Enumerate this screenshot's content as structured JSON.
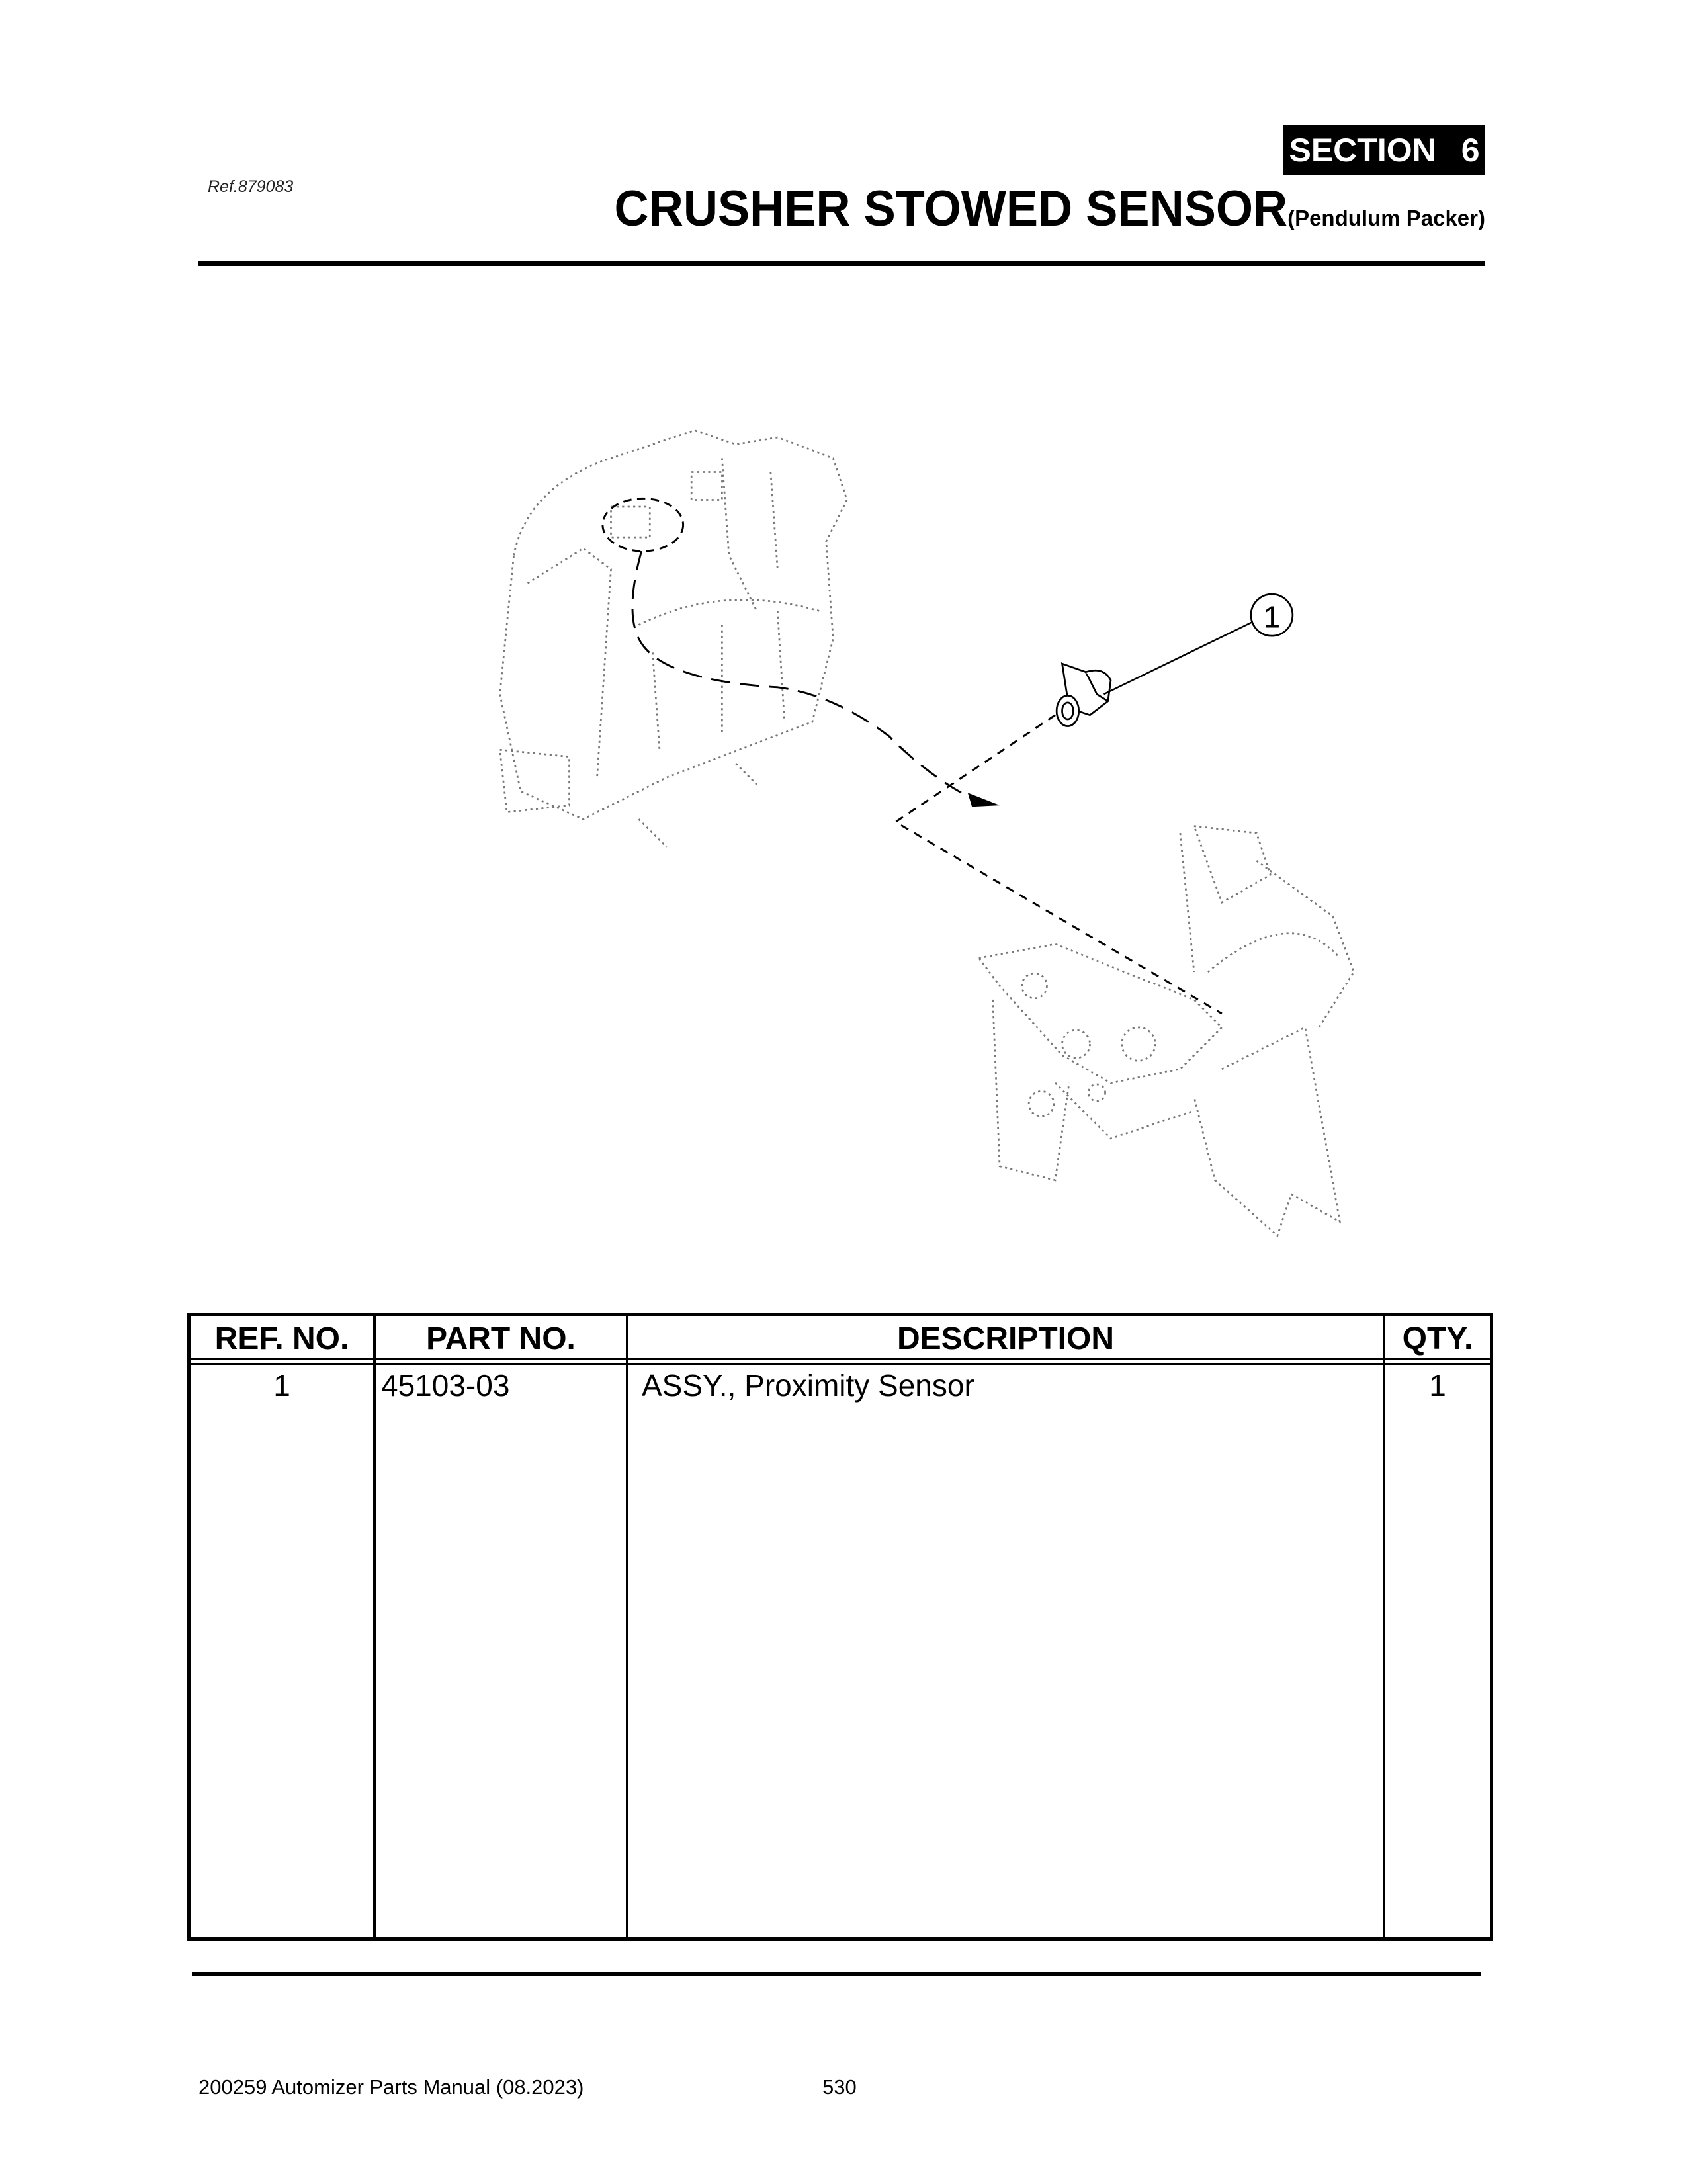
{
  "header": {
    "section_label": "SECTION",
    "section_number": "6",
    "reference": "Ref.879083",
    "title": "CRUSHER STOWED SENSOR",
    "subtitle": "(Pendulum Packer)"
  },
  "diagram": {
    "callouts": [
      "1"
    ]
  },
  "parts_table": {
    "columns": [
      "REF. NO.",
      "PART NO.",
      "DESCRIPTION",
      "QTY."
    ],
    "rows": [
      {
        "ref_no": "1",
        "part_no": "45103-03",
        "description": "ASSY., Proximity Sensor",
        "qty": "1"
      }
    ]
  },
  "footer": {
    "manual": "200259 Automizer Parts Manual (08.2023)",
    "page": "530"
  }
}
